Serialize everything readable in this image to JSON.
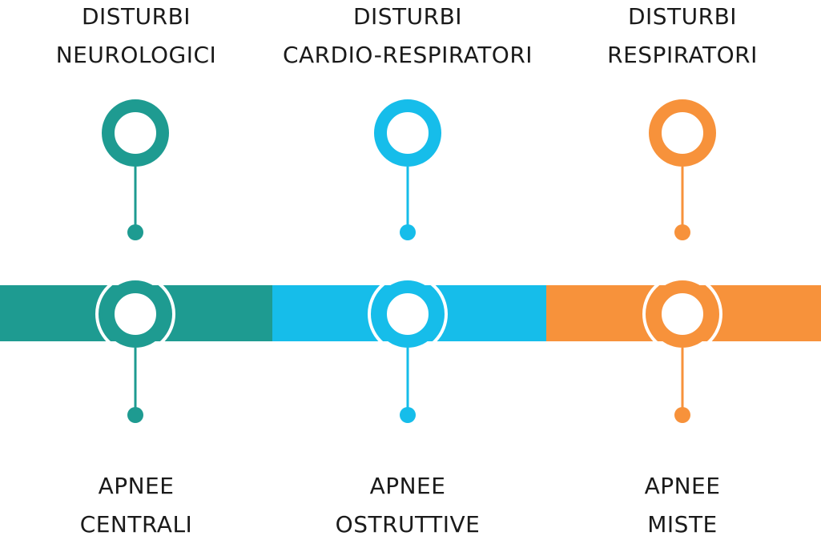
{
  "columns": [
    {
      "color": "#1e9b91",
      "top_label": [
        "DISTURBI",
        "NEUROLOGICI"
      ],
      "bottom_label": [
        "APNEE",
        "CENTRALI"
      ]
    },
    {
      "color": "#16bdea",
      "top_label": [
        "DISTURBI",
        "CARDIO-RESPIRATORI"
      ],
      "bottom_label": [
        "APNEE",
        "OSTRUTTIVE"
      ]
    },
    {
      "color": "#f7923b",
      "top_label": [
        "DISTURBI",
        "RESPIRATORI"
      ],
      "bottom_label": [
        "APNEE",
        "MISTE"
      ]
    }
  ]
}
